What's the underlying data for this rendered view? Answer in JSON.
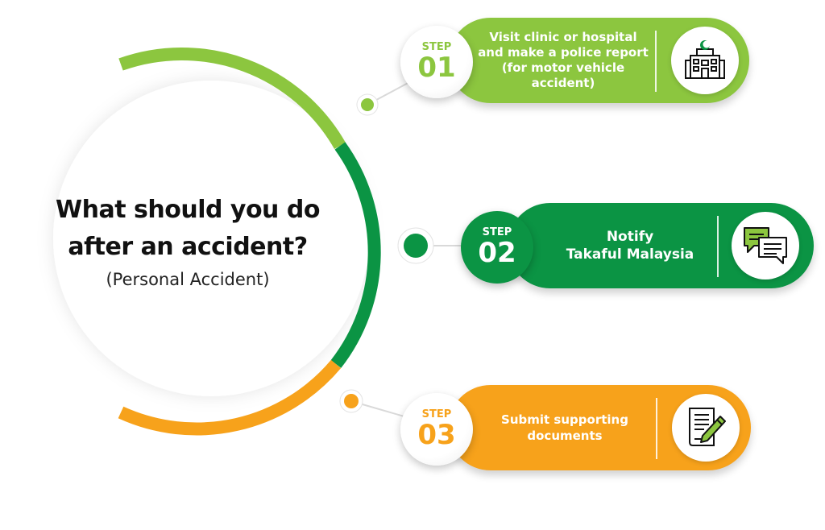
{
  "title": {
    "main_line1": "What should you do",
    "main_line2": "after an accident?",
    "subtitle": "(Personal Accident)"
  },
  "colors": {
    "light_green": "#8cc63f",
    "dark_green": "#0b9444",
    "orange": "#f7a21b"
  },
  "steps": [
    {
      "label": "STEP",
      "number": "01",
      "text_lines": [
        "Visit clinic or hospital",
        "and make a police report",
        "(for motor vehicle",
        "accident)"
      ],
      "icon": "hospital-icon",
      "color": "#8cc63f"
    },
    {
      "label": "STEP",
      "number": "02",
      "text_lines": [
        "Notify",
        "Takaful Malaysia"
      ],
      "icon": "chat-bubbles-icon",
      "color": "#0b9444"
    },
    {
      "label": "STEP",
      "number": "03",
      "text_lines": [
        "Submit supporting",
        "documents"
      ],
      "icon": "document-pen-icon",
      "color": "#f7a21b"
    }
  ]
}
